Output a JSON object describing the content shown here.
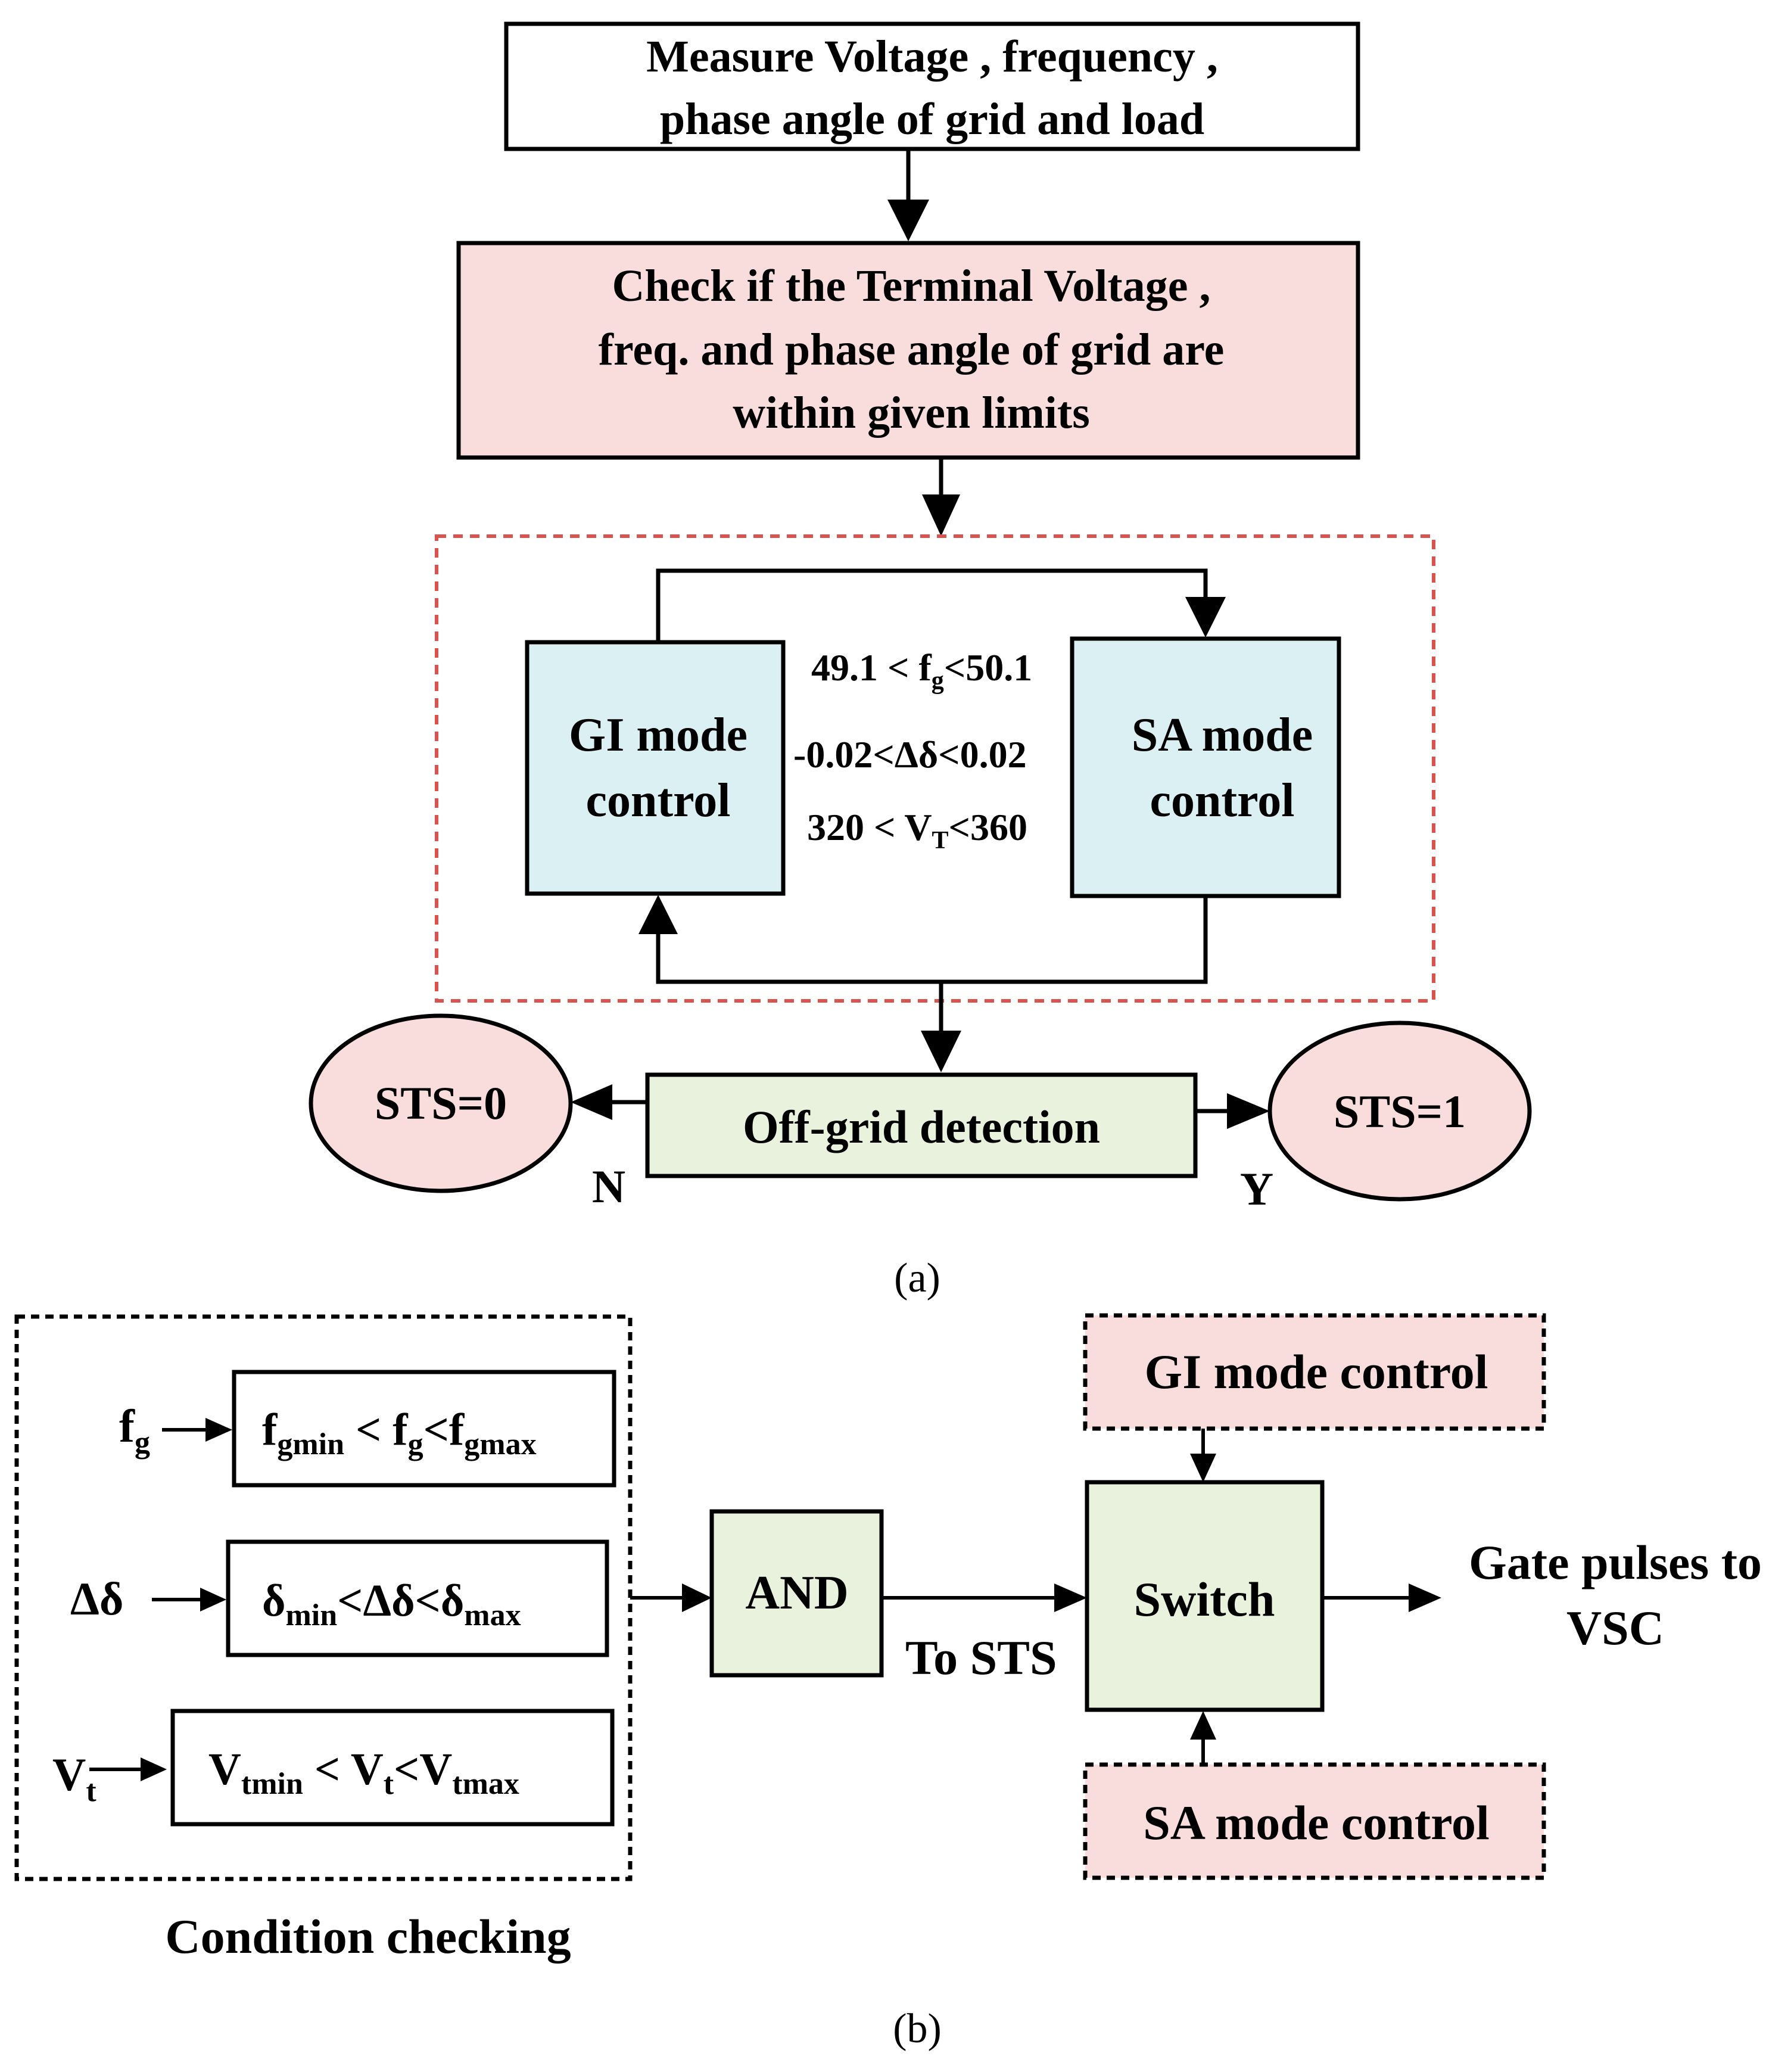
{
  "figure_a": {
    "measure_box": {
      "line1": "Measure Voltage , frequency ,",
      "line2": "phase angle of grid and load"
    },
    "check_box": {
      "line1": "Check  if the Terminal Voltage ,",
      "line2": "freq. and phase angle of grid are",
      "line3": "within given limits"
    },
    "gi_block": {
      "line1": "GI mode",
      "line2": "control"
    },
    "sa_block": {
      "line1": "SA mode",
      "line2": "control"
    },
    "limits": {
      "freq": {
        "pre": "49.1 < f",
        "sub": "g",
        "post": "<50.1"
      },
      "phase": {
        "text": "-0.02<Δδ<0.02"
      },
      "volt": {
        "pre": "320 < V",
        "sub": "T",
        "post": "<360"
      }
    },
    "offgrid": "Off-grid detection",
    "sts0": "STS=0",
    "sts1": "STS=1",
    "label_n": "N",
    "label_y": "Y",
    "caption": "(a)"
  },
  "figure_b": {
    "inputs": {
      "fg": {
        "main": "f",
        "sub": "g"
      },
      "dd": {
        "main": "Δδ"
      },
      "vt": {
        "main": "V",
        "sub": "t"
      }
    },
    "cond_fg": {
      "a": "f",
      "a_sub": "gmin",
      "b": " < f",
      "b_sub": "g",
      "c": "<f",
      "c_sub": "gmax"
    },
    "cond_dd": {
      "a": "δ",
      "a_sub": "min",
      "b": "<Δδ<δ",
      "b_sub": "max"
    },
    "cond_vt": {
      "a": "V",
      "a_sub": "tmin",
      "b": " < V",
      "b_sub": "t",
      "c": "<V",
      "c_sub": "tmax"
    },
    "condition_label": "Condition checking",
    "and_label": "AND",
    "to_sts": "To STS",
    "switch_label": "Switch",
    "gi_ctrl": "GI mode control",
    "sa_ctrl": "SA mode control",
    "gate_line1": "Gate pulses to",
    "gate_line2": "VSC",
    "caption": "(b)"
  },
  "colors": {
    "pink": "#f9dcdc",
    "cyan": "#dbf0f3",
    "green": "#e8f2dc",
    "red_dash": "#d9534f",
    "black": "#000000"
  }
}
